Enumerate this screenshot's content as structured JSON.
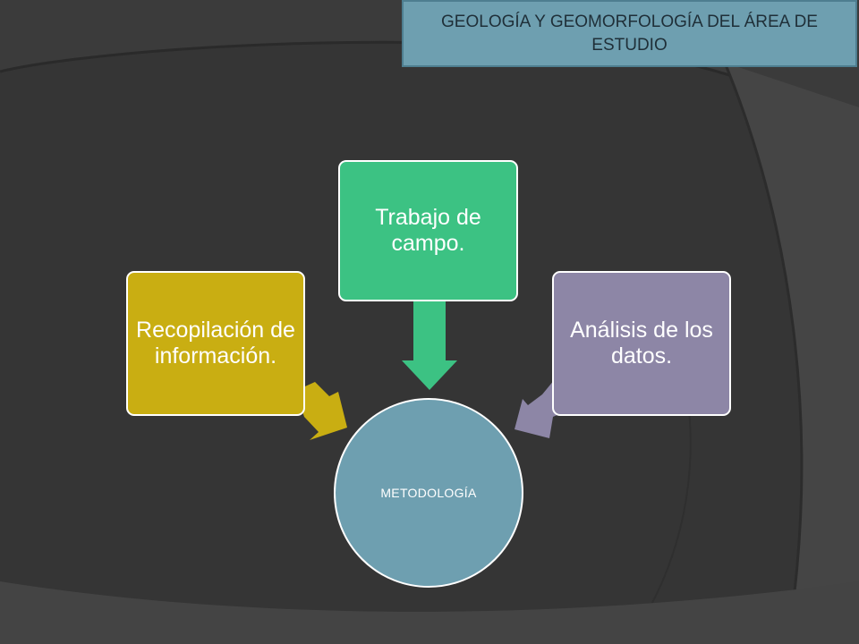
{
  "title": "GEOLOGÍA Y GEOMORFOLOGÍA DEL ÁREA DE ESTUDIO",
  "center": {
    "label": "METODOLOGÍA",
    "color": "#6e9fb0"
  },
  "nodes": [
    {
      "id": "left",
      "label": "Recopilación de información.",
      "color": "#c9ae12"
    },
    {
      "id": "top",
      "label": "Trabajo de campo.",
      "color": "#3cc283"
    },
    {
      "id": "right",
      "label": "Análisis de los datos.",
      "color": "#8d86a6"
    }
  ],
  "colors": {
    "background": "#3c3c3c",
    "title_box": "#6e9fb0"
  }
}
